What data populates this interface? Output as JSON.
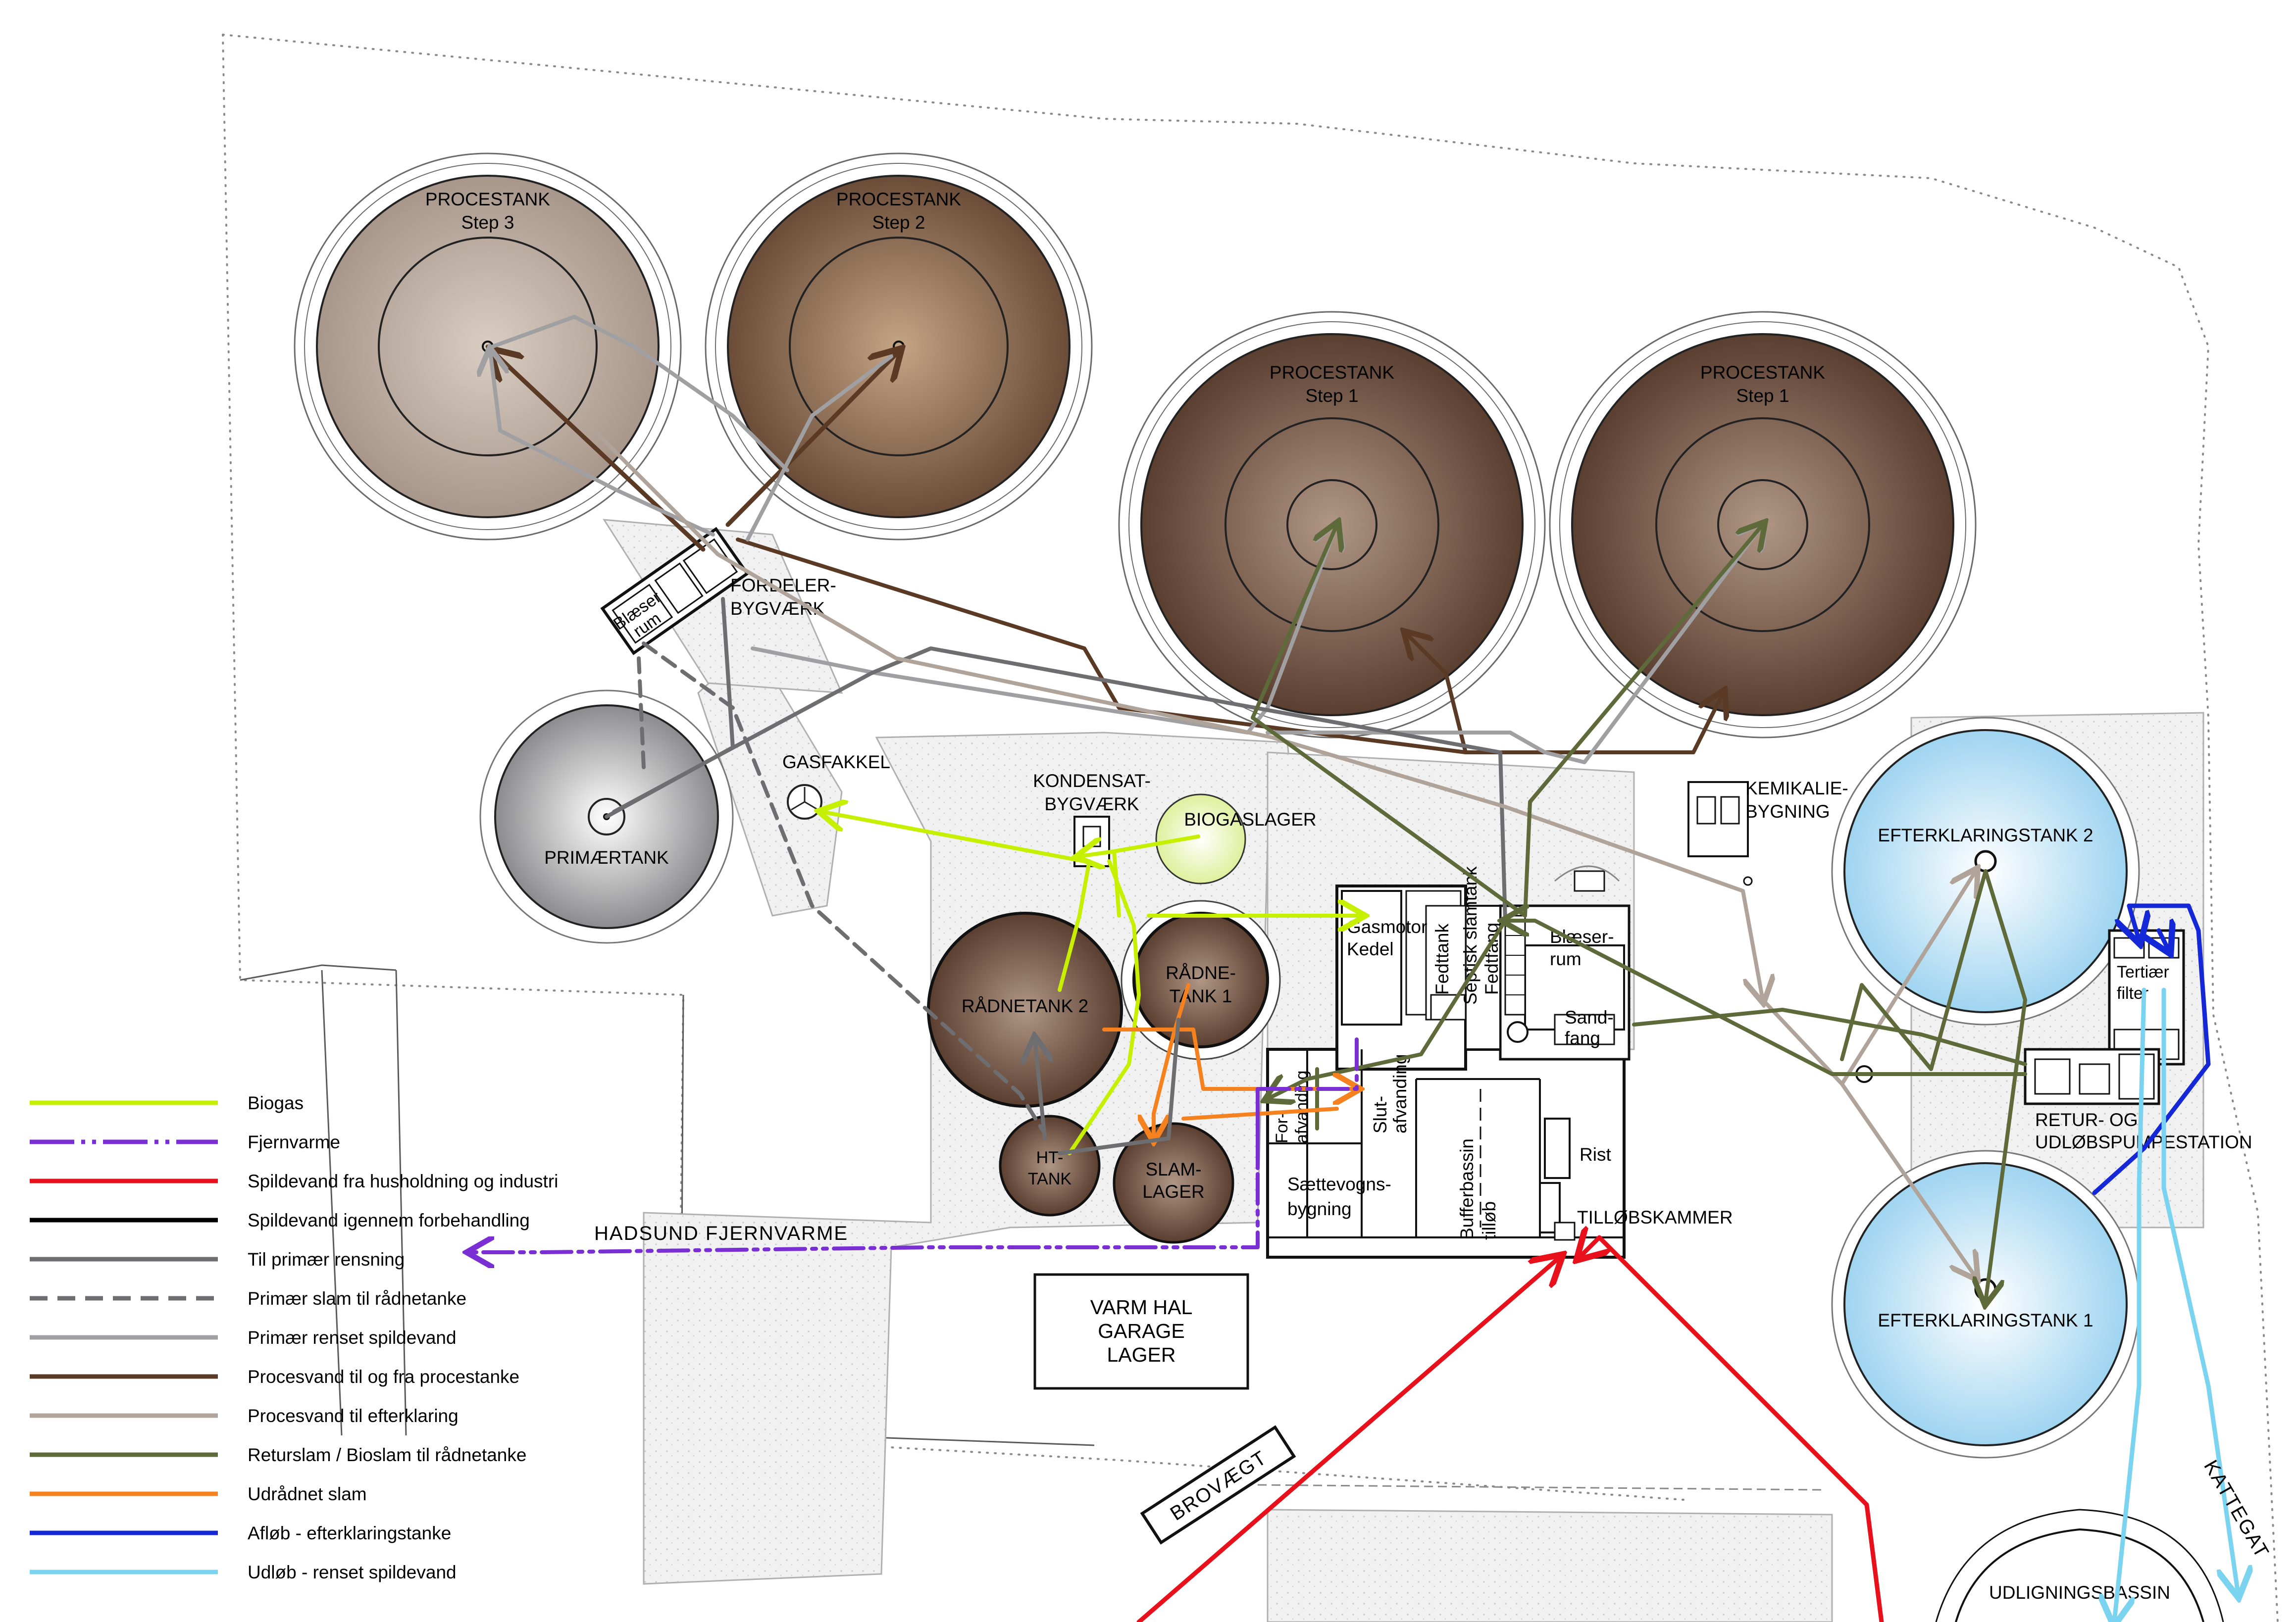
{
  "tanks": {
    "proc3": {
      "line1": "PROCESTANK",
      "line2": "Step 3"
    },
    "proc2": {
      "line1": "PROCESTANK",
      "line2": "Step 2"
    },
    "proc1a": {
      "line1": "PROCESTANK",
      "line2": "Step 1"
    },
    "proc1b": {
      "line1": "PROCESTANK",
      "line2": "Step 1"
    },
    "primary": "PRIMÆRTANK",
    "after2": "EFTERKLARINGSTANK 2",
    "after1": "EFTERKLARINGSTANK 1",
    "digester2": "RÅDNETANK 2",
    "digester1": {
      "line1": "RÅDNE-",
      "line2": "TANK 1"
    },
    "httank": {
      "line1": "HT-",
      "line2": "TANK"
    },
    "sludge": {
      "line1": "SLAM-",
      "line2": "LAGER"
    },
    "biogasstore": "BIOGASLAGER"
  },
  "buildings": {
    "distributor": {
      "line1": "FORDELER-",
      "line2": "BYGVÆRK"
    },
    "blower_small": {
      "line1": "Blæser",
      "line2": "rum"
    },
    "flare": "GASFAKKEL",
    "condensate": {
      "line1": "KONDENSAT-",
      "line2": "BYGVÆRK"
    },
    "chemical": {
      "line1": "KEMIKALIE-",
      "line2": "BYGNING"
    },
    "gasmotor": {
      "line1": "Gasmotor",
      "line2": "Kedel"
    },
    "fattank": "Fedttank",
    "septic": "Septisk slamtank",
    "fatcatch": "Fedtfang",
    "blower": {
      "line1": "Blæser-",
      "line2": "rum"
    },
    "sandtrap": {
      "line1": "Sand-",
      "line2": "fang"
    },
    "predewater": {
      "line1": "For-",
      "line2": "afvanding"
    },
    "finaldewater": {
      "line1": "Slut-",
      "line2": "afvanding"
    },
    "trailer": {
      "line1": "Sættevogns-",
      "line2": "bygning"
    },
    "buffer": {
      "line1": "Bufferbassin",
      "line2": "tilløb"
    },
    "screen": "Rist",
    "inlet": "TILLØBSKAMMER",
    "tertiary": {
      "line1": "Tertiær",
      "line2": "filter"
    },
    "pumpstation": {
      "line1": "RETUR- OG",
      "line2": "UDLØBSPUMPESTATION"
    },
    "hall": {
      "line1": "VARM HAL",
      "line2": "GARAGE",
      "line3": "LAGER"
    },
    "scale": "BROVÆGT",
    "equalization": "UDLIGNINGSBASSIN",
    "heating": "HADSUND FJERNVARME",
    "kattegat": "KATTEGAT"
  },
  "legend": [
    {
      "label": "Biogas",
      "color": "#c6f000",
      "dash": "none"
    },
    {
      "label": "Fjernvarme",
      "color": "#7a2fd4",
      "dash": "dashdot"
    },
    {
      "label": "Spildevand fra husholdning og industri",
      "color": "#e8101a",
      "dash": "none"
    },
    {
      "label": "Spildevand igennem forbehandling",
      "color": "#000000",
      "dash": "none"
    },
    {
      "label": "Til primær rensning",
      "color": "#6e6e70",
      "dash": "none"
    },
    {
      "label": "Primær slam til rådnetanke",
      "color": "#6e6e70",
      "dash": "dashed"
    },
    {
      "label": "Primær renset spildevand",
      "color": "#a0a0a2",
      "dash": "none"
    },
    {
      "label": "Procesvand til og fra procestanke",
      "color": "#5a3a24",
      "dash": "none"
    },
    {
      "label": "Procesvand til efterklaring",
      "color": "#b0a49a",
      "dash": "none"
    },
    {
      "label": "Returslam / Bioslam til rådnetanke",
      "color": "#5e6a3a",
      "dash": "none"
    },
    {
      "label": "Udrådnet slam",
      "color": "#f5821f",
      "dash": "none"
    },
    {
      "label": "Afløb - efterklaringstanke",
      "color": "#1428d8",
      "dash": "none"
    },
    {
      "label": "Udløb - renset spildevand",
      "color": "#7ad4f0",
      "dash": "none"
    }
  ]
}
